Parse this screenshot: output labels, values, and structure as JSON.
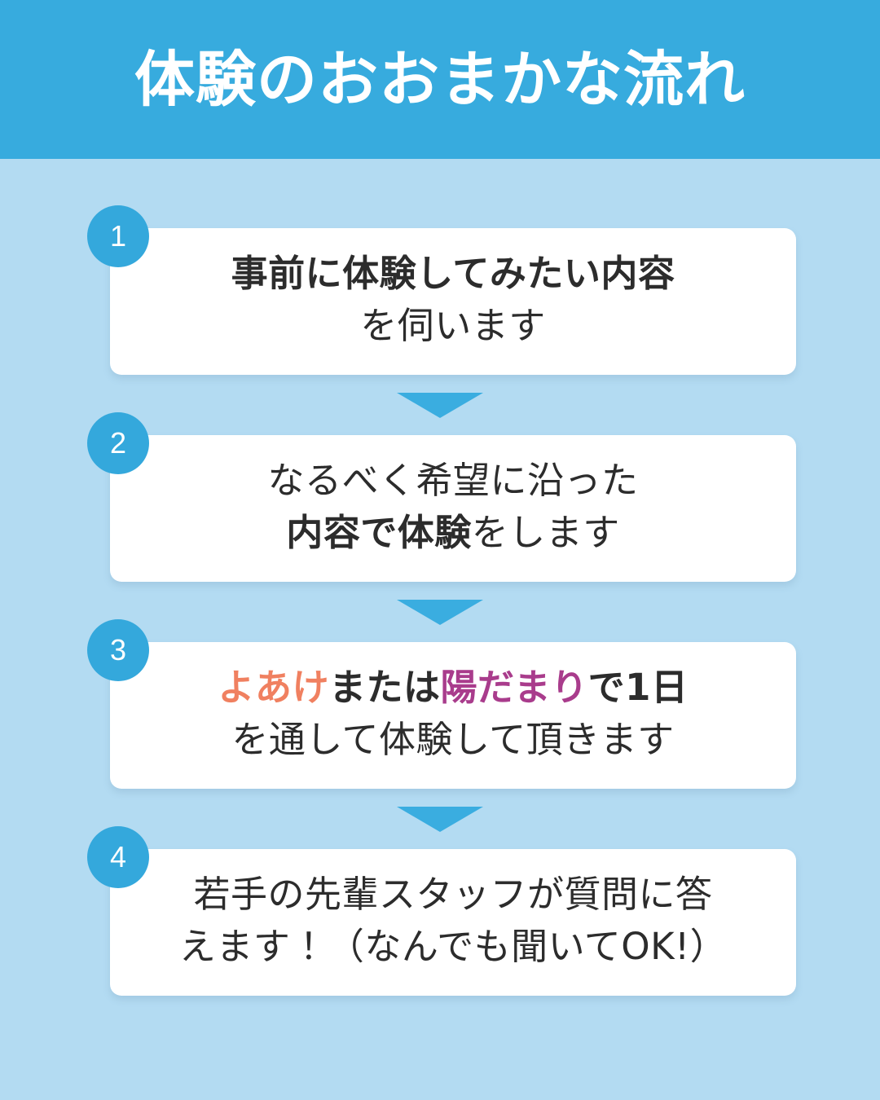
{
  "header": {
    "title": "体験のおおまかな流れ",
    "background_color": "#37abde",
    "title_color": "#ffffff"
  },
  "theme": {
    "page_background": "#b3dbf2",
    "card_background": "#ffffff",
    "badge_color": "#34a8dc",
    "arrow_color": "#3aade0",
    "text_color": "#2c2c2c",
    "highlight_orange": "#f08060",
    "highlight_purple": "#a93c8c"
  },
  "flow": {
    "steps": [
      {
        "number": "1",
        "line1": "事前に体験してみたい内容",
        "line2": "を伺います",
        "full_text": "事前に体験してみたい内容を伺います"
      },
      {
        "number": "2",
        "line1": "なるべく希望に沿った",
        "line2_part1": "内容で",
        "line2_part2": "体験",
        "line2_part3": "をします",
        "full_text": "なるべく希望に沿った内容で体験をします"
      },
      {
        "number": "3",
        "line1_part1": "よあけ",
        "line1_part2": "または",
        "line1_part3": "陽だまり",
        "line1_part4": "で1日",
        "line2": "を通して体験して頂きます",
        "full_text": "よあけまたは陽だまりで1日を通して体験して頂きます"
      },
      {
        "number": "4",
        "line1": "若手の先輩スタッフが質問に答",
        "line2": "えます！（なんでも聞いてOK!）",
        "full_text": "若手の先輩スタッフが質問に答えます！（なんでも聞いてOK!）"
      }
    ]
  }
}
